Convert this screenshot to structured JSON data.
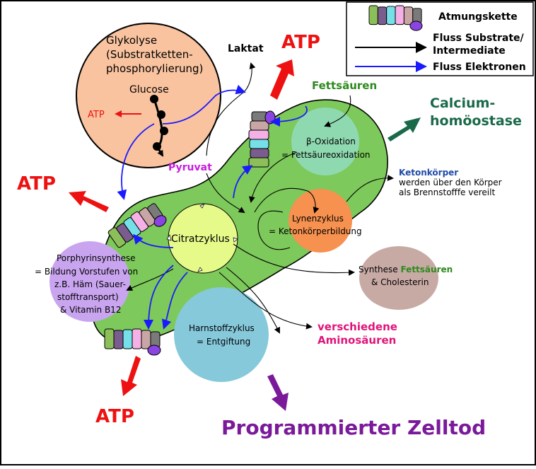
{
  "legend": {
    "chain": "Atmungskette",
    "substrate_line1": "Fluss Substrate/",
    "substrate_line2": "Intermediate",
    "electron": "Fluss Elektronen"
  },
  "glycolysis": {
    "title_line1": "Glykolyse",
    "title_line2": "(Substratketten-",
    "title_line3": "phosphorylierung)",
    "glucose": "Glucose",
    "atp": "ATP"
  },
  "labels": {
    "laktat": "Laktat",
    "pyruvat": "Pyruvat",
    "fettsaeuren": "Fettsäuren",
    "calcium_line1": "Calcium-",
    "calcium_line2": "homöostase",
    "keton_title": "Ketonkörper",
    "keton_line2": "werden über den Körper",
    "keton_line3": "als Brennstofffe vereilt",
    "aminosaeuren_line1": "verschiedene",
    "aminosaeuren_line2": "Aminosäuren",
    "zelltod": "Programmierter Zelltod"
  },
  "atp": {
    "top": "ATP",
    "left": "ATP",
    "bottom": "ATP"
  },
  "circles": {
    "beta_line1": "β-Oxidation",
    "beta_line2": "= Fettsäureoxidation",
    "lynen_line1": "Lynenzyklus",
    "lynen_line2": "= Ketonkörperbildung",
    "citrat": "Citratzyklus",
    "porph_line1": "Porphyrinsynthese",
    "porph_line2": "= Bildung Vorstufen von",
    "porph_line3": "z.B. Häm (Sauer-",
    "porph_line4": "stofftransport)",
    "porph_line5": "& Vitamin B12",
    "harn_line1": "Harnstoffzyklus",
    "harn_line2": "= Entgiftung",
    "synth_prefix": "Synthese ",
    "synth_fett": "Fettsäuren",
    "synth_line2": "& Cholesterin"
  },
  "colors": {
    "mito": "#7dc95b",
    "atp_red": "#ee1111",
    "electron_blue": "#1a1aff",
    "calcium_green": "#1a6a4a",
    "fett_green": "#2d8a1e",
    "zelltod_purple": "#7a1a9a",
    "pyruvat_magenta": "#c81ee0",
    "amino_pink": "#e0157a",
    "keton_blue": "#1f4aa8"
  }
}
